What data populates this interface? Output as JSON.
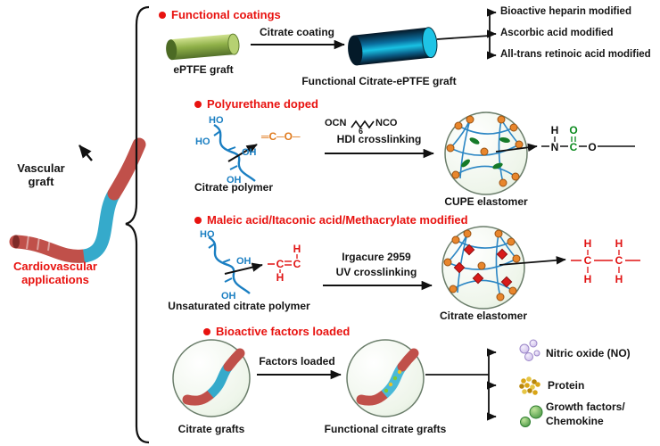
{
  "colors": {
    "heading_red": "#e8120f",
    "polymer_blue": "#1b7fc2",
    "pendant_orange": "#e07c20",
    "vinyl_red": "#e01212",
    "urethane_green": "#0b8a1e",
    "graft_red": "#c0504a",
    "graft_cyan": "#35aacb"
  },
  "left": {
    "vascular_line1": "Vascular",
    "vascular_line2": "graft",
    "cardio_line1": "Cardiovascular",
    "cardio_line2": "applications"
  },
  "s1": {
    "heading": "Functional coatings",
    "arrow_label": "Citrate coating",
    "left_label": "ePTFE graft",
    "right_label": "Functional Citrate-ePTFE graft",
    "branches": [
      "Bioactive heparin modified",
      "Ascorbic acid modified",
      "All-trans retinoic acid modified"
    ]
  },
  "s2": {
    "heading": "Polyurethane doped",
    "ho_top": "HO",
    "ho_left": "HO",
    "oh_mid": "OH",
    "oh_bottom": "OH",
    "pendant": "═C─O─",
    "ocn": "OCN",
    "six": "6",
    "nco": "NCO",
    "arrow_label": "HDI crosslinking",
    "left_label": "Citrate polymer",
    "right_label": "CUPE elastomer",
    "structure": {
      "h": "H",
      "n": "N",
      "c": "C",
      "o_top": "O",
      "o_end": "O"
    }
  },
  "s3": {
    "heading": "Maleic acid/Itaconic acid/Methacrylate modified",
    "ho_top": "HO",
    "oh_mid": "OH",
    "oh_bottom": "OH",
    "vinyl": {
      "h_top": "H",
      "c1": "C",
      "c2": "C",
      "h_bottom": "H"
    },
    "line1": "Irgacure 2959",
    "line2": "UV crosslinking",
    "left_label": "Unsaturated citrate polymer",
    "right_label": "Citrate elastomer",
    "structure": {
      "h1": "H",
      "h2": "H",
      "c1": "C",
      "c2": "C",
      "h3": "H",
      "h4": "H"
    }
  },
  "s4": {
    "heading": "Bioactive factors loaded",
    "arrow_label": "Factors loaded",
    "left_label": "Citrate grafts",
    "right_label": "Functional citrate grafts",
    "branches": [
      "Nitric oxide (NO)",
      "Protein",
      "Growth factors/",
      "Chemokine"
    ]
  }
}
